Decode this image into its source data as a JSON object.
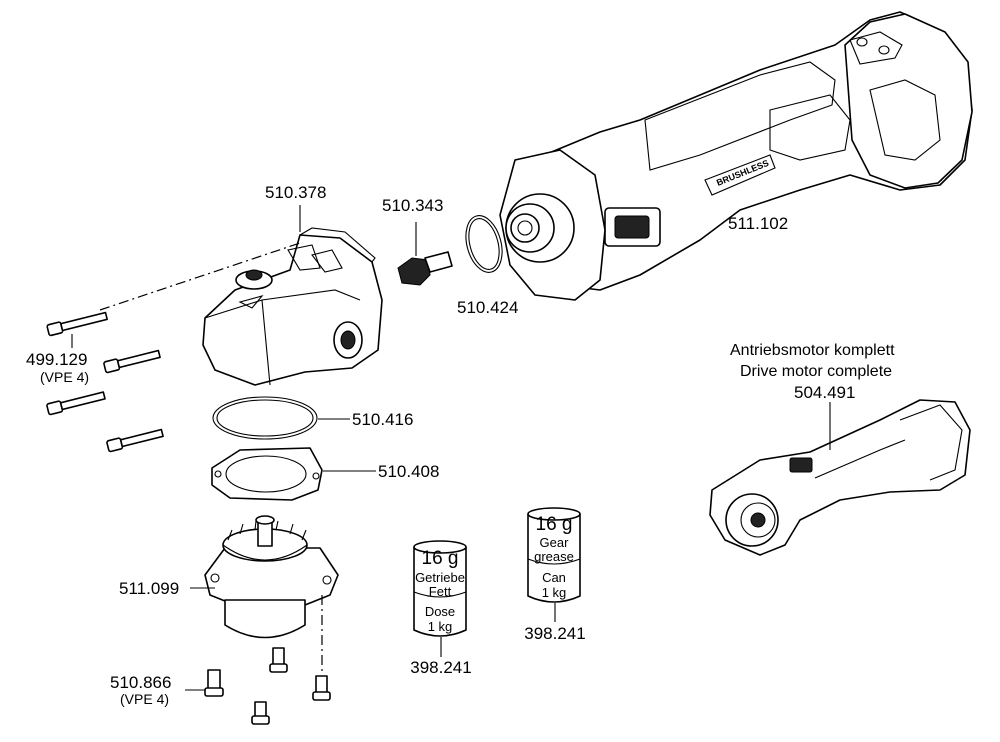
{
  "parts": {
    "p510_378": "510.378",
    "p510_343": "510.343",
    "p511_102": "511.102",
    "p510_424": "510.424",
    "p499_129": "499.129",
    "p499_129_vpe": "(VPE 4)",
    "p510_416": "510.416",
    "p510_408": "510.408",
    "p511_099": "511.099",
    "p510_866": "510.866",
    "p510_866_vpe": "(VPE 4)",
    "p504_491": "504.491"
  },
  "motor_caption": {
    "line_de": "Antriebsmotor komplett",
    "line_en": "Drive motor complete"
  },
  "housing_print": "BRUSHLESS",
  "grease_can_de": {
    "weight": "16 g",
    "name_line1": "Getriebe",
    "name_line2": "Fett",
    "pack_line1": "Dose",
    "pack_line2": "1 kg",
    "part": "398.241"
  },
  "grease_can_en": {
    "weight": "16 g",
    "name_line1": "Gear",
    "name_line2": "grease",
    "pack_line1": "Can",
    "pack_line2": "1 kg",
    "part": "398.241"
  }
}
